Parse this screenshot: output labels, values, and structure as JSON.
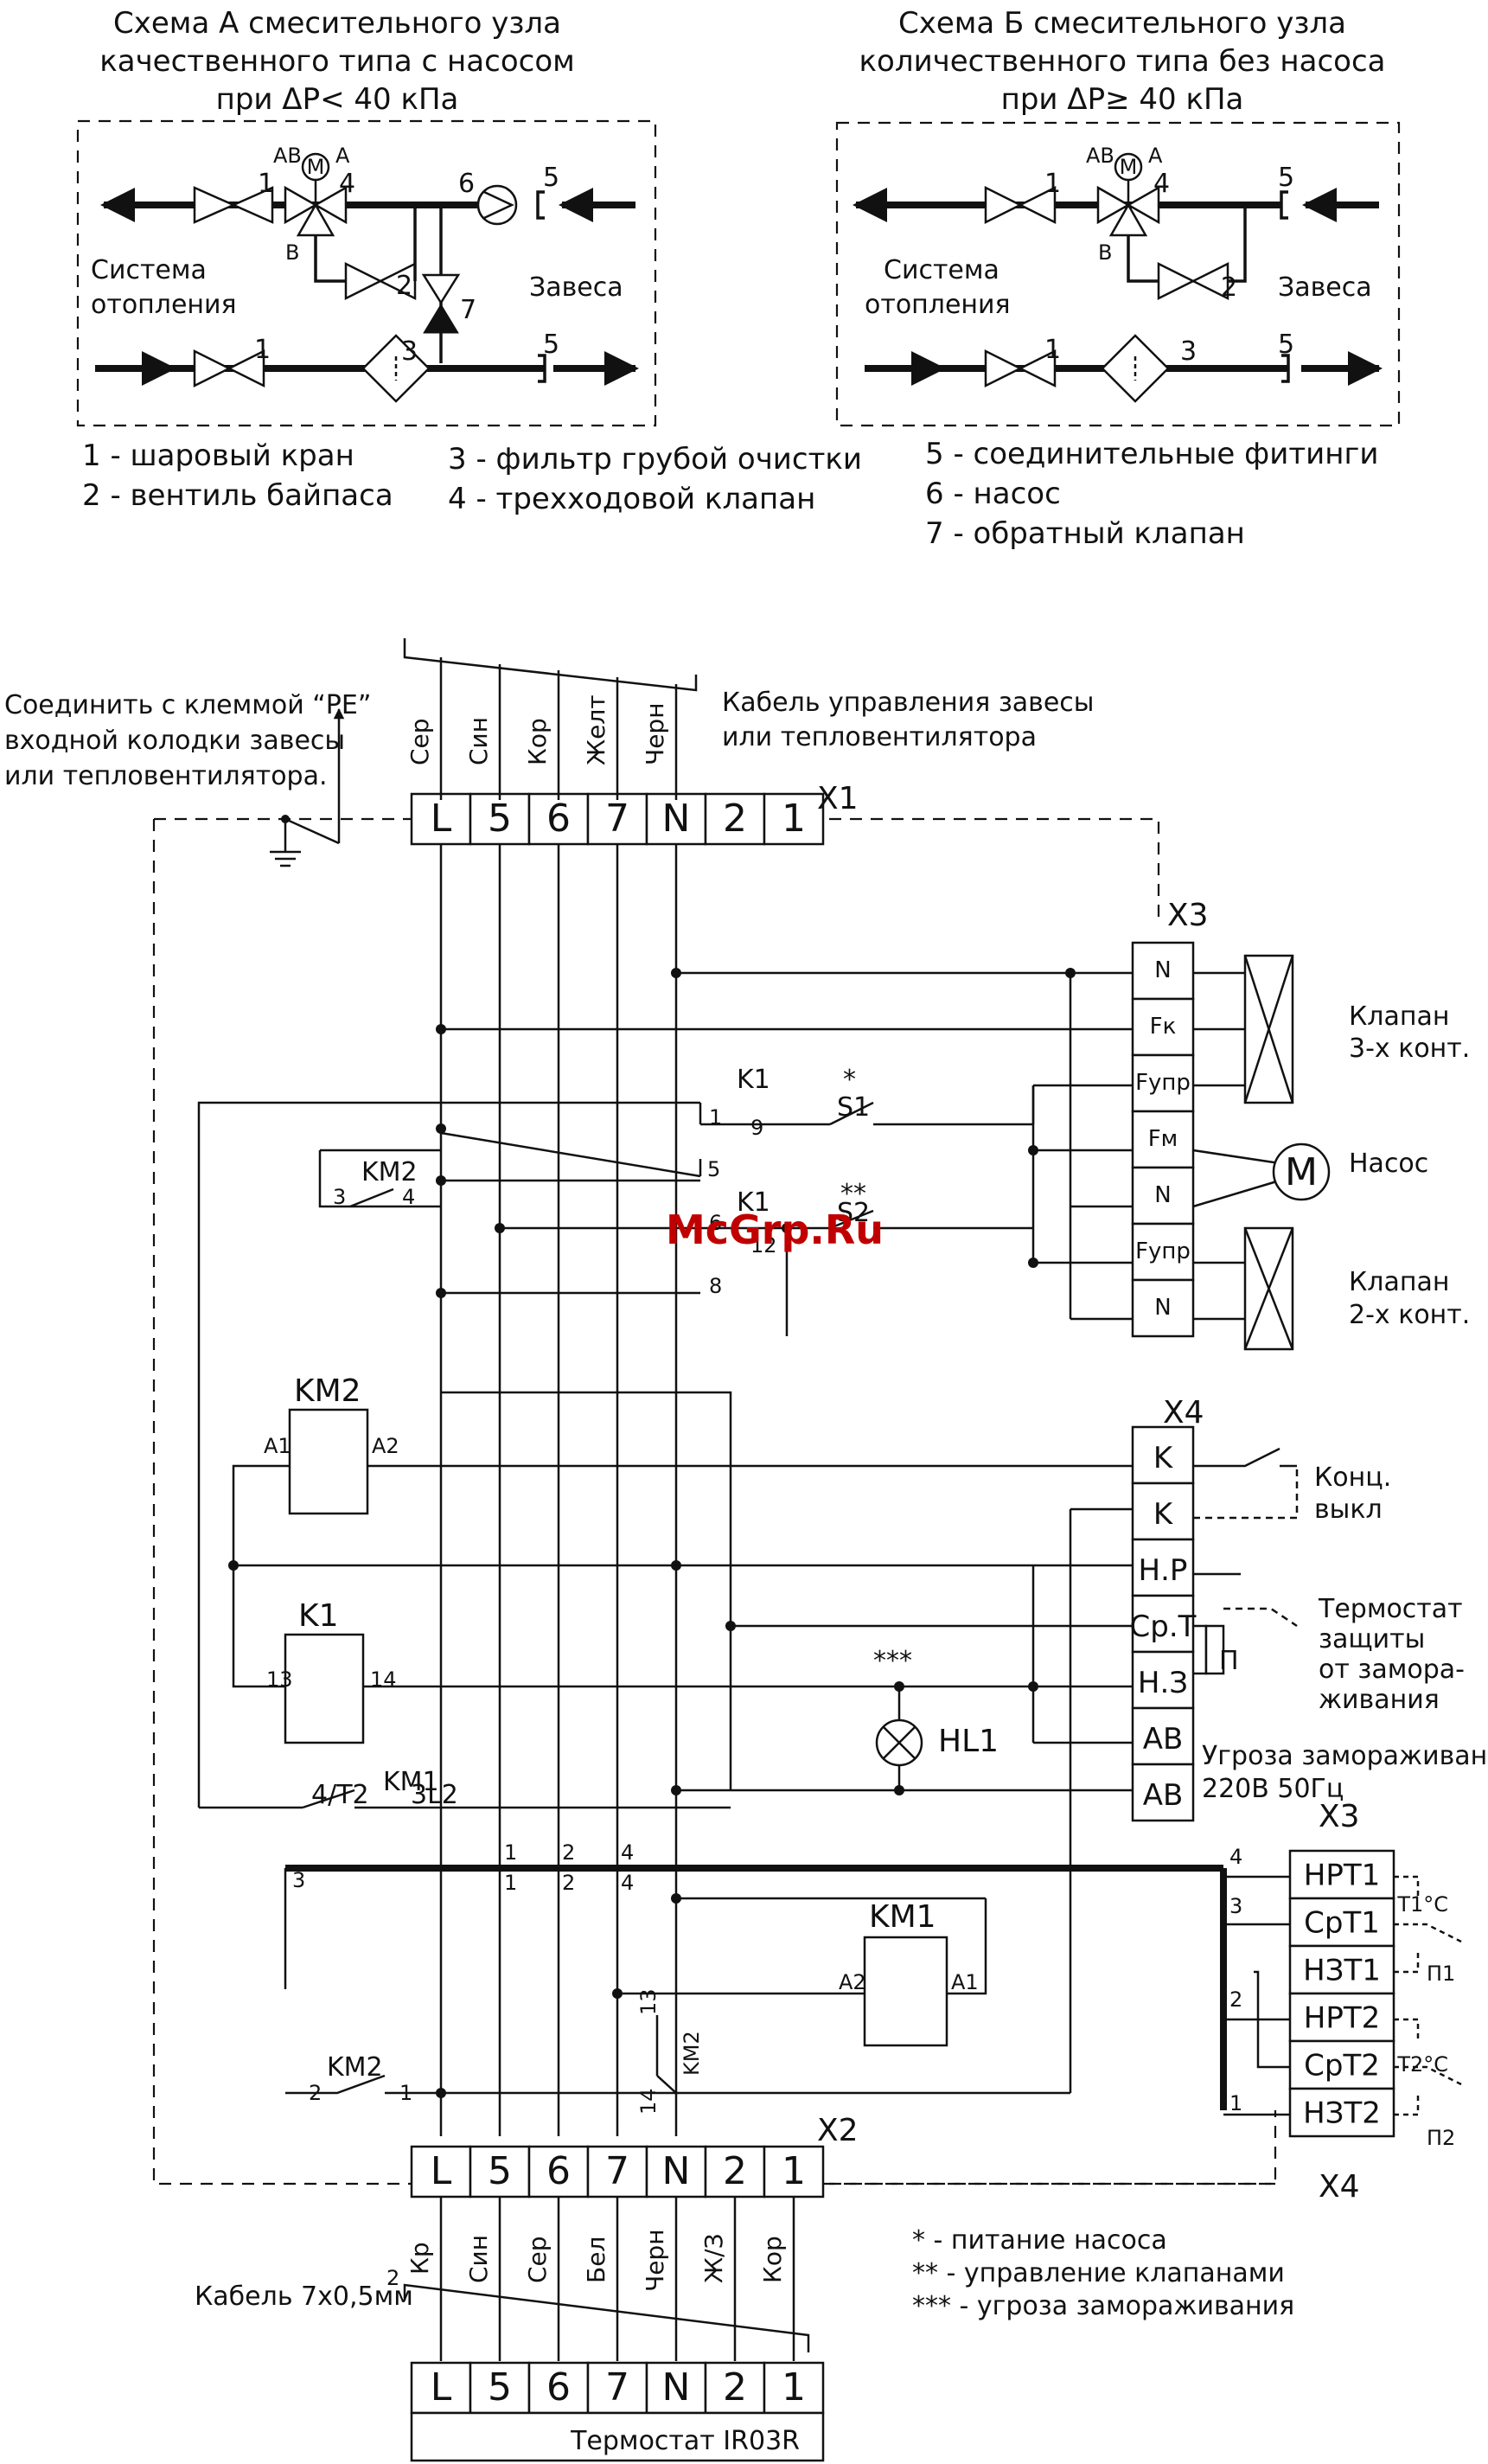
{
  "schemeA": {
    "title_lines": [
      "Схема А смесительного узла",
      "качественного типа с насосом",
      "при ΔP< 40 кПа"
    ],
    "label_system": [
      "Система",
      "отопления"
    ],
    "label_curtain": "Завеса",
    "nums": {
      "n1a": "1",
      "n1b": "1",
      "n2": "2",
      "n3": "3",
      "n4": "4",
      "n5a": "5",
      "n5b": "5",
      "n6": "6",
      "n7": "7"
    },
    "valve_ports": {
      "ab": "АВ",
      "a": "А",
      "b": "В",
      "m": "М"
    }
  },
  "schemeB": {
    "title_lines": [
      "Схема Б смесительного узла",
      "количественного типа без насоса",
      "при ΔP≥ 40 кПа"
    ],
    "label_system": [
      "Система",
      "отопления"
    ],
    "label_curtain": "Завеса",
    "nums": {
      "n1a": "1",
      "n1b": "1",
      "n2": "2",
      "n3": "3",
      "n4": "4",
      "n5a": "5",
      "n5b": "5"
    },
    "valve_ports": {
      "ab": "АВ",
      "a": "А",
      "b": "В",
      "m": "М"
    }
  },
  "legend": [
    "1 - шаровый кран",
    "2 - вентиль байпаса",
    "3 - фильтр грубой очистки",
    "4 - трехходовой клапан",
    "5 - соединительные фитинги",
    "6 - насос",
    "7 - обратный клапан"
  ],
  "wiring": {
    "pe_note": [
      "Соединить с клеммой “PE”",
      "входной колодки завесы",
      "или тепловентилятора."
    ],
    "cable_top": [
      "Кабель управления завесы",
      "или тепловентилятора"
    ],
    "x1_label": "X1",
    "x1_terms": [
      "L",
      "5",
      "6",
      "7",
      "N",
      "2",
      "1"
    ],
    "x1_wires": [
      "Сер",
      "Син",
      "Кор",
      "Желт",
      "Черн"
    ],
    "x3_label": "X3",
    "x3_terms": [
      "N",
      "Fк",
      "Fупр",
      "Fм",
      "N",
      "Fупр",
      "N"
    ],
    "valve3": [
      "Клапан",
      "3-х конт."
    ],
    "pump": "Насос",
    "motor": "M",
    "valve2": [
      "Клапан",
      "2-х конт."
    ],
    "relay_labels": {
      "k1_a": "K1",
      "k1_b": "K1",
      "s1": "S1",
      "s2": "S2",
      "s1_mark": "*",
      "s2_mark": "**",
      "c1": "1",
      "c9": "9",
      "c5": "5",
      "c6": "6",
      "c12": "12",
      "c8": "8",
      "km2": "KM2",
      "km2_3": "3",
      "km2_4": "4"
    },
    "x4_label": "X4",
    "x4_terms": [
      "K",
      "K",
      "Н.Р",
      "Ср.Т",
      "Н.З",
      "АВ",
      "АВ"
    ],
    "limit_switch": [
      "Конц.",
      "выкл"
    ],
    "thermostat": [
      "Термостат",
      "защиты",
      "от замора-",
      "живания"
    ],
    "p_label": "П",
    "hl1": "HL1",
    "hl1_mark": "***",
    "freeze": [
      "Угроза замораживания",
      "220В 50Гц"
    ],
    "km2_coil": {
      "name": "KM2",
      "a1": "A1",
      "a2": "A2"
    },
    "k1_coil": {
      "name": "K1",
      "p13": "13",
      "p14": "14"
    },
    "km1_contact": {
      "name": "KM1",
      "left": "4/T2",
      "right": "3L2"
    },
    "bus_nums": {
      "b1a": "1",
      "b1b": "1",
      "b2a": "2",
      "b2b": "2",
      "b4a": "4",
      "b4b": "4",
      "b3": "3"
    },
    "km1_coil": {
      "name": "KM1",
      "a1": "A1",
      "a2": "A2"
    },
    "km2_lower": {
      "name": "KM2",
      "p1": "1",
      "p2": "2"
    },
    "km2_vert": {
      "name": "KM2",
      "p13": "13",
      "p14": "14"
    },
    "x3b_label": "X3",
    "x3b_terms": [
      "НРТ1",
      "СрТ1",
      "НЗТ1",
      "НРТ2",
      "СрТ2",
      "НЗТ2"
    ],
    "x3b_wires": [
      "4",
      "3",
      "2",
      "1"
    ],
    "t1": "T1°C",
    "t2": "T2°C",
    "p1": "П1",
    "p2": "П2",
    "x4b_label": "X4",
    "x2_label": "X2",
    "x2_terms": [
      "L",
      "5",
      "6",
      "7",
      "N",
      "2",
      "1"
    ],
    "x2_wires": [
      "Кр",
      "Син",
      "Сер",
      "Бел",
      "Черн",
      "Ж/З",
      "Кор"
    ],
    "cable_bottom": "Кабель 7х0,5мм",
    "cable_sup": "2",
    "thermo_terms": [
      "L",
      "5",
      "6",
      "7",
      "N",
      "2",
      "1"
    ],
    "thermo_name": "Термостат IR03R",
    "footnotes": [
      "* - питание насоса",
      "** - управление клапанами",
      "*** - угроза замораживания"
    ]
  },
  "watermark": "McGrp.Ru"
}
